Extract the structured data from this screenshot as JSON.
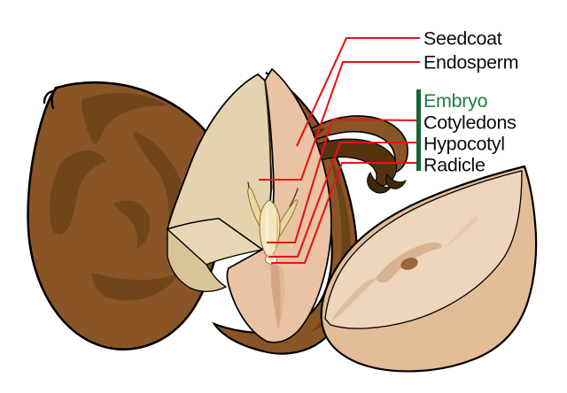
{
  "figure": {
    "title": "seed-cross-section-diagram",
    "labels": {
      "seedcoat": "Seedcoat",
      "endosperm": "Endosperm",
      "embryo": "Embryo",
      "cotyledons": "Cotyledons",
      "hypocotyl": "Hypocotyl",
      "radicle": "Radicle"
    },
    "colors": {
      "background": "#ffffff",
      "leader_line": "#e81414",
      "label_text": "#0d0d0d",
      "embryo_label_text": "#1d7d3f",
      "embryo_bracket": "#166534",
      "seedcoat_brown": "#8a5526",
      "seedcoat_dark_patch": "#6f4519",
      "coat_underside_dark": "#553311",
      "coat_teeth_darkest": "#3f270a",
      "endosperm_cream": "#e4d3ae",
      "cut_block_front": "#d9c398",
      "flesh_pink": "#e9c3a3",
      "flesh_streak": "#d0a080",
      "right_half_face": "#eed5bc",
      "right_half_rim": "#e3bc98",
      "right_half_eye": "#d8b391",
      "right_half_spot": "#97663c",
      "embryo_body": "#f3e5bd",
      "embryo_wing": "#ead69f",
      "embryo_ring": "#ffffff",
      "outline": "#000000"
    }
  }
}
